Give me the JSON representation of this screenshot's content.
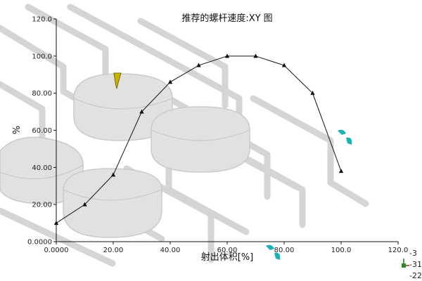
{
  "chart_data": {
    "type": "line",
    "title": "推荐的螺杆速度:XY 图",
    "xlabel": "射出体积[%]",
    "ylabel": "%",
    "xlim": [
      0,
      120
    ],
    "ylim": [
      0,
      120
    ],
    "x_ticks": [
      "0.0000",
      "20.00",
      "40.00",
      "60.00",
      "80.00",
      "100.0",
      "120.0"
    ],
    "y_ticks": [
      "0.0000",
      "20.00",
      "40.00",
      "60.00",
      "80.00",
      "100.0",
      "120.0"
    ],
    "grid": false,
    "legend": "none",
    "series": [
      {
        "color": "#111111",
        "x": [
          0,
          10,
          20,
          30,
          40,
          50,
          60,
          70,
          80,
          90,
          100
        ],
        "y": [
          10,
          20,
          36,
          70,
          86,
          95,
          100,
          100,
          95,
          80,
          38
        ]
      }
    ]
  },
  "colors": {
    "model_gray": "#b8b8b8",
    "marker_cyan": "#1ab3b3",
    "marker_yellow": "#c8b400"
  },
  "corner_labels": [
    "-3",
    "-31",
    "-22"
  ]
}
